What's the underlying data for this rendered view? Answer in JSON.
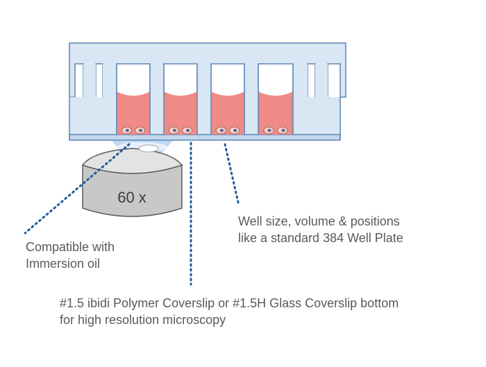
{
  "objective": {
    "label": "60 x"
  },
  "labels": {
    "immersion_line1": "Compatible with",
    "immersion_line2": "Immersion oil",
    "well_line1": "Well size, volume & positions",
    "well_line2": "like a standard 384 Well Plate",
    "coverslip_line1": "#1.5 ibidi Polymer Coverslip or #1.5H Glass Coverslip bottom",
    "coverslip_line2": "for high resolution microscopy"
  },
  "colors": {
    "plate_fill": "#d9e6f3",
    "plate_stroke": "#5b86b5",
    "medium": "#ef8a86",
    "cell_fill": "#f4d2cd",
    "cell_nucleus": "#5d5f8a",
    "objective_fill": "#c8c8c8",
    "objective_top": "#e3e3e3",
    "objective_stroke": "#5a5a5a",
    "light_glow": "#bcd7f0",
    "dotted_line": "#1f5a9c",
    "text": "#5a5a5a"
  }
}
